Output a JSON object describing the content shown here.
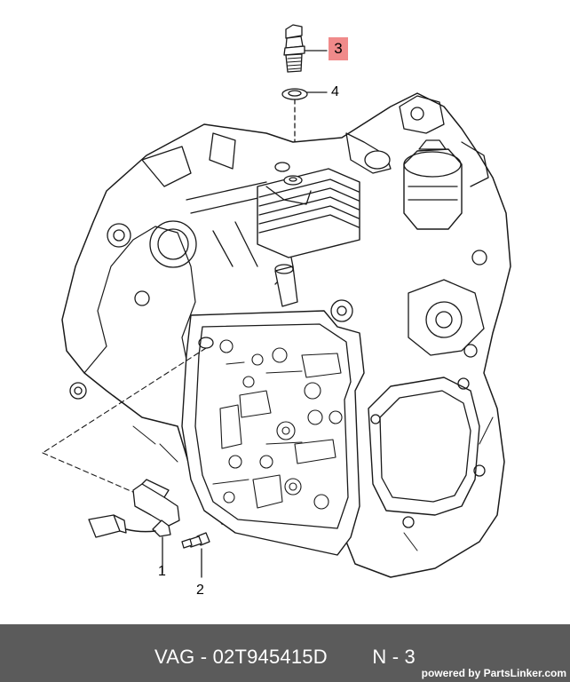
{
  "callouts": {
    "c1": "1",
    "c2": "2",
    "c3": "3",
    "c4": "4"
  },
  "highlight_color": "#f08a8a",
  "footer": {
    "brand": "VAG",
    "separator": " - ",
    "part_number": "02T945415D",
    "position_label": "N - 3",
    "powered_by": "powered by PartsLinker.com",
    "background": "#5b5b5b"
  }
}
